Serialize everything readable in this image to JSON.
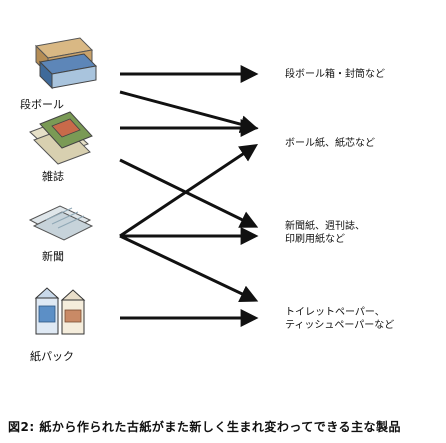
{
  "caption": "図2: 紙から作られた古紙がまた新しく生まれ変わってできる主な製品",
  "sources": [
    {
      "label": "段ボール",
      "icon": "cardboard-boxes-icon"
    },
    {
      "label": "雑誌",
      "icon": "magazines-icon"
    },
    {
      "label": "新聞",
      "icon": "newspaper-icon"
    },
    {
      "label": "紙パック",
      "icon": "milk-carton-icon"
    }
  ],
  "products": [
    {
      "lines": [
        "段ボール箱・封筒など"
      ]
    },
    {
      "lines": [
        "ボール紙、紙芯など"
      ]
    },
    {
      "lines": [
        "新聞紙、週刊誌、",
        "印刷用紙など"
      ]
    },
    {
      "lines": [
        "トイレットペーパー、",
        "ティッシュペーパーなど"
      ]
    }
  ],
  "colors": {
    "ink": "#111111",
    "cardboard": "#c9a26a",
    "magazine": "#7a9a55",
    "newspaper": "#8fa7b5",
    "carton": "#5c8fc6"
  }
}
